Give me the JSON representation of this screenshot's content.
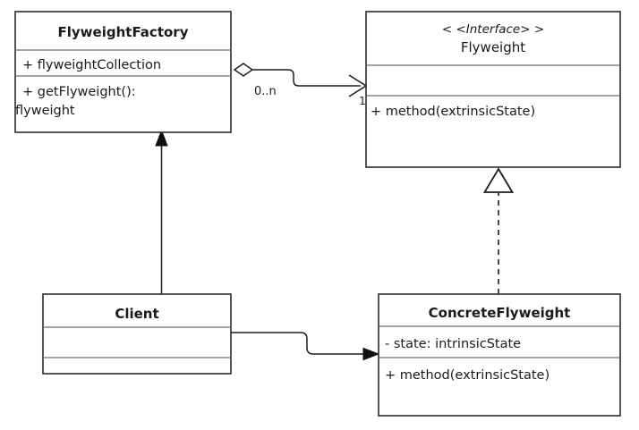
{
  "diagram": {
    "type": "uml-class-diagram",
    "pattern": "Flyweight",
    "background_color": "#ffffff",
    "line_color": "#1d1d1d",
    "divider_color": "#6e6e6e",
    "border_color": "#2b2b2b"
  },
  "classes": {
    "flyweight_factory": {
      "name": "FlyweightFactory",
      "attributes": [
        "+ flyweightCollection"
      ],
      "methods_line1": "+ getFlyweight():",
      "methods_line2": "flyweight"
    },
    "flyweight": {
      "stereotype": "< <Interface> >",
      "name": "Flyweight",
      "attributes": [],
      "methods": [
        "+ method(extrinsicState)"
      ]
    },
    "client": {
      "name": "Client",
      "attributes": [],
      "methods": []
    },
    "concrete_flyweight": {
      "name": "ConcreteFlyweight",
      "attributes": [
        "- state: intrinsicState"
      ],
      "methods": [
        "+ method(extrinsicState)"
      ]
    }
  },
  "relationships": {
    "factory_to_flyweight": {
      "kind": "aggregation",
      "source_multiplicity": "0..n",
      "target_multiplicity": "1"
    },
    "client_to_factory": {
      "kind": "association-directed"
    },
    "client_to_concrete": {
      "kind": "association-directed"
    },
    "concrete_realizes_flyweight": {
      "kind": "realization"
    }
  }
}
